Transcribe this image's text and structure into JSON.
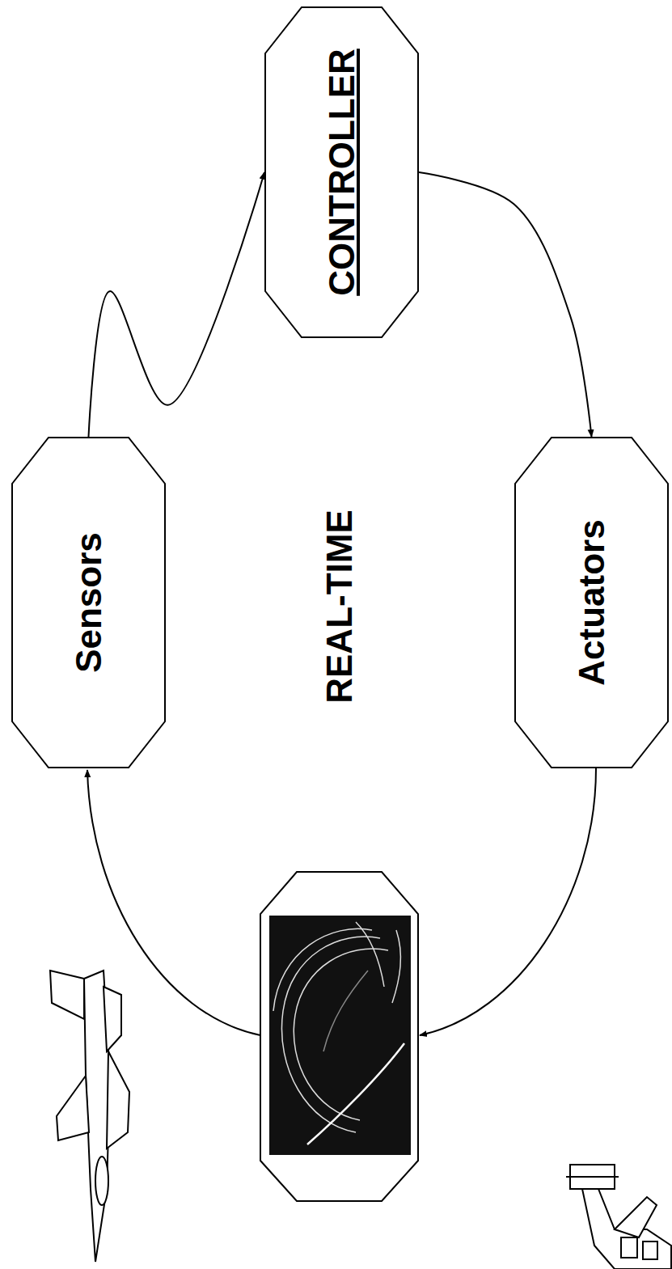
{
  "diagram": {
    "nodes": [
      {
        "text": [
          "Sensors"
        ]
      },
      {
        "text": [
          "CONTROLLER"
        ]
      },
      {
        "text": [
          "Actuators"
        ]
      }
    ],
    "edges": [
      {
        "from": 0,
        "to": 1,
        "arrow": "to"
      },
      {
        "from": 1,
        "to": 2,
        "arrow": "to"
      }
    ],
    "labels": [
      "REAL-TIME"
    ]
  }
}
